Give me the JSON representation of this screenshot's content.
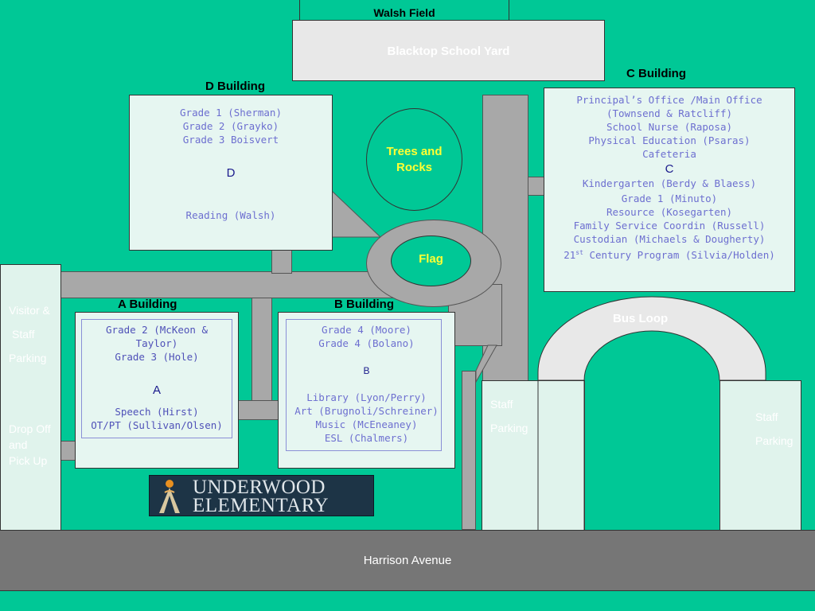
{
  "walsh_field": "Walsh Field",
  "blacktop": "Blacktop School Yard",
  "trees_rocks": "Trees and Rocks",
  "flag": "Flag",
  "bus_loop": "Bus Loop",
  "street": "Harrison Avenue",
  "logo": "UNDERWOOD ELEMENTARY",
  "d_building": {
    "label": "D Building",
    "letter": "D",
    "rooms": [
      "Grade 1 (Sherman)",
      "Grade 2 (Grayko)",
      "Grade 3 Boisvert"
    ],
    "reading": "Reading (Walsh)"
  },
  "c_building": {
    "label": "C Building",
    "letter": "C",
    "rooms_top": [
      "Principal’s Office /Main Office",
      "(Townsend & Ratcliff)",
      "School Nurse (Raposa)",
      "Physical Education (Psaras)",
      "Cafeteria"
    ],
    "rooms_bottom": [
      "Kindergarten (Berdy & Blaess)",
      "Grade 1 (Minuto)",
      "Resource (Kosegarten)",
      "Family Service Coordin (Russell)",
      "Custodian (Michaels & Dougherty)"
    ],
    "program_prefix": "21",
    "program_sup": "st",
    "program_rest": " Century Program (Silvia/Holden)"
  },
  "a_building": {
    "label": "A Building",
    "letter": "A",
    "rooms_top": [
      "Grade 2 (McKeon &",
      "Taylor)",
      "Grade 3 (Hole)"
    ],
    "rooms_bottom": [
      "Speech (Hirst)",
      "OT/PT (Sullivan/Olsen)"
    ]
  },
  "b_building": {
    "label": "B Building",
    "letter": "B",
    "rooms_top": [
      "Grade 4 (Moore)",
      "Grade 4 (Bolano)"
    ],
    "rooms_bottom": [
      "Library (Lyon/Perry)",
      "Art (Brugnoli/Schreiner)",
      "Music (McEneaney)",
      "ESL (Chalmers)"
    ]
  },
  "visitor_parking": [
    "Visitor &",
    "Staff",
    "Parking"
  ],
  "drop_off": [
    "Drop Off",
    "and",
    "Pick Up"
  ],
  "staff_parking_left": [
    "Staff",
    "Parking"
  ],
  "staff_parking_right": [
    "Staff",
    "Parking"
  ]
}
